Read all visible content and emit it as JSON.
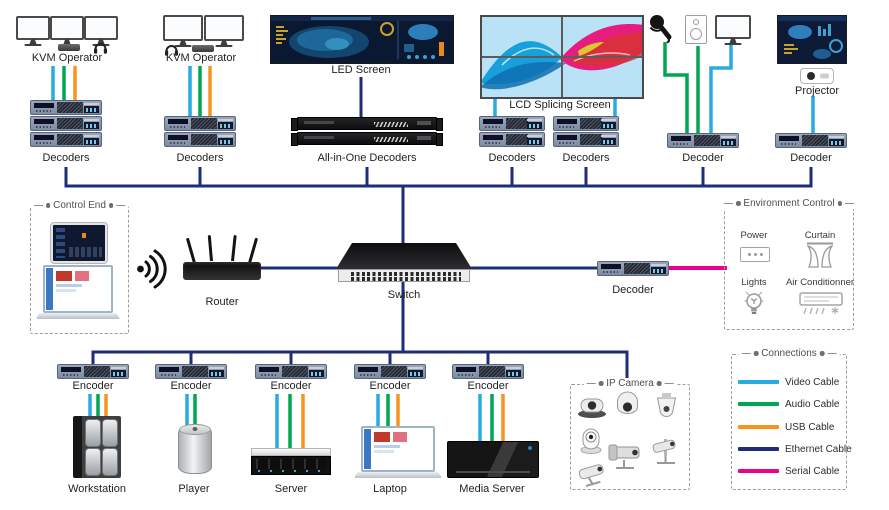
{
  "colors": {
    "video": "#29ABE2",
    "audio": "#00A651",
    "usb": "#F7941D",
    "ethernet": "#1E2D78",
    "serial": "#EC008C"
  },
  "top": {
    "kvm1": {
      "label": "KVM Operator",
      "decoders": "Decoders"
    },
    "kvm2": {
      "label": "KVM Operator",
      "decoders": "Decoders"
    },
    "led": {
      "label": "LED Screen",
      "decoders": "All-in-One Decoders"
    },
    "lcd": {
      "label": "LCD Splicing Screen",
      "decoders_left": "Decoders",
      "decoders_right": "Decoders"
    },
    "av": {
      "decoder": "Decoder"
    },
    "projector": {
      "label": "Projector",
      "decoder": "Decoder"
    }
  },
  "middle": {
    "control_end": {
      "title": "Control End"
    },
    "router": "Router",
    "switch": "Switch",
    "decoder": "Decoder",
    "environment": {
      "title": "Environment Control",
      "items": [
        {
          "label": "Power"
        },
        {
          "label": "Curtain"
        },
        {
          "label": "Lights"
        },
        {
          "label": "Air Conditionner"
        }
      ]
    }
  },
  "bottom": {
    "encoders": [
      {
        "label": "Encoder"
      },
      {
        "label": "Encoder"
      },
      {
        "label": "Encoder"
      },
      {
        "label": "Encoder"
      },
      {
        "label": "Encoder"
      }
    ],
    "devices": [
      {
        "label": "Workstation"
      },
      {
        "label": "Player"
      },
      {
        "label": "Server"
      },
      {
        "label": "Laptop"
      },
      {
        "label": "Media Server"
      }
    ],
    "ip_camera": {
      "title": "IP Camera"
    },
    "legend": {
      "title": "Connections",
      "items": [
        {
          "label": "Video Cable",
          "color": "#29ABE2"
        },
        {
          "label": "Audio Cable",
          "color": "#00A651"
        },
        {
          "label": "USB Cable",
          "color": "#F7941D"
        },
        {
          "label": "Ethernet Cable",
          "color": "#1E2D78"
        },
        {
          "label": "Serial Cable",
          "color": "#EC008C"
        }
      ]
    }
  }
}
